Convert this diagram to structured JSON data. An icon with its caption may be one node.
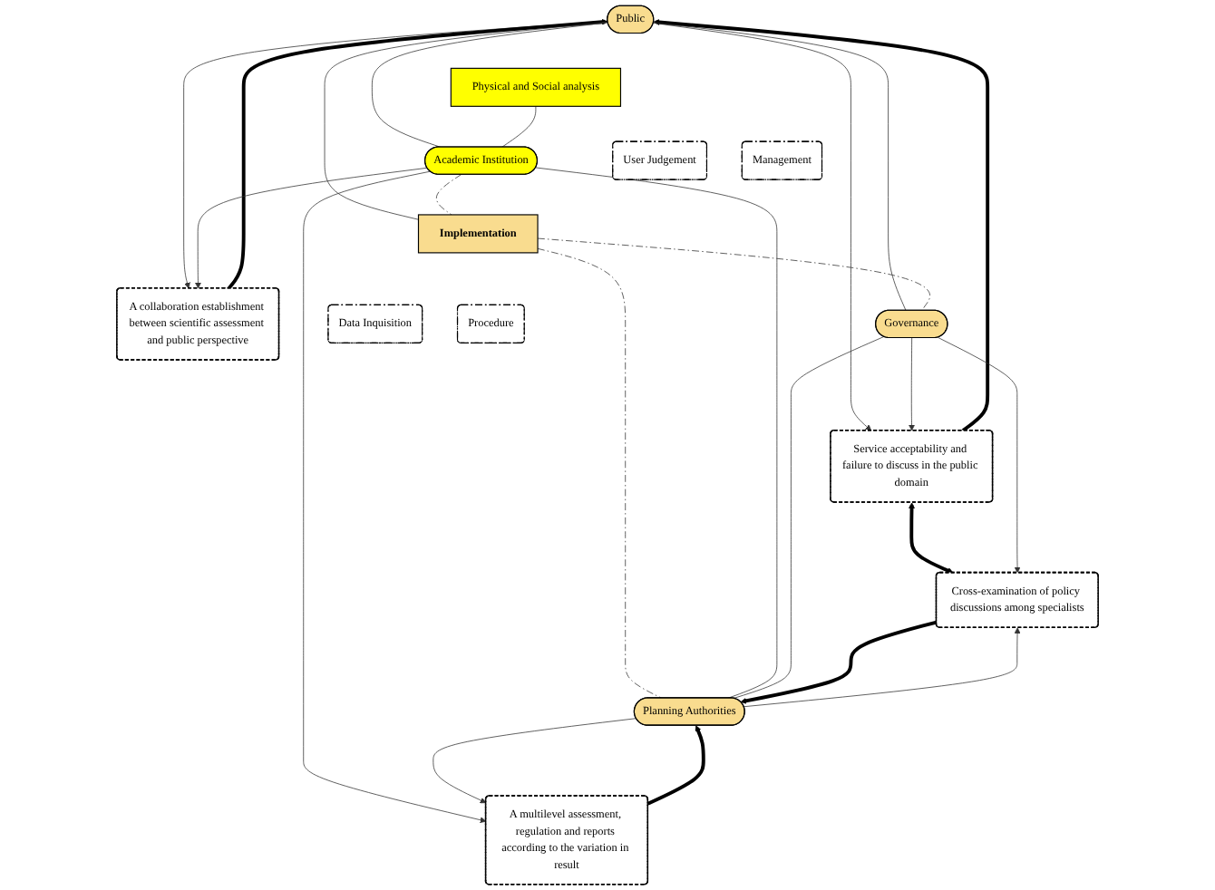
{
  "diagram": {
    "nodes": [
      {
        "text": [
          "Public"
        ]
      },
      {
        "text": [
          "A collaboration establishment between scientific assessment and public perspective"
        ]
      },
      {
        "text": [
          "Service acceptability and failure to discuss in the public domain"
        ]
      },
      {
        "text": [
          "User Judgement"
        ]
      },
      {
        "text": [
          "Management"
        ]
      },
      {
        "text": [
          "Physical and Social analysis"
        ]
      },
      {
        "text": [
          "Academic Institution"
        ]
      },
      {
        "text": [
          "Implementation"
        ]
      },
      {
        "text": [
          "Governance"
        ]
      },
      {
        "text": [
          "Data Inquisition"
        ]
      },
      {
        "text": [
          "Procedure"
        ]
      },
      {
        "text": [
          "A multilevel assessment, regulation and reports according to the variation in result"
        ]
      },
      {
        "text": [
          "Cross-examination of policy discussions among specialists"
        ]
      },
      {
        "text": [
          "Planning Authorities"
        ]
      }
    ],
    "edges": [
      {
        "from": 0,
        "to": 1,
        "arrow": "to"
      },
      {
        "from": 0,
        "to": 2,
        "arrow": "to"
      },
      {
        "from": 1,
        "to": 0,
        "arrow": "to",
        "style": "thick"
      },
      {
        "from": 2,
        "to": 0,
        "arrow": "to",
        "style": "thick"
      },
      {
        "from": 0,
        "to": 6,
        "arrow": "none"
      },
      {
        "from": 0,
        "to": 8,
        "arrow": "none"
      },
      {
        "from": 0,
        "to": 7,
        "arrow": "none"
      },
      {
        "from": 5,
        "to": 6,
        "arrow": "none"
      },
      {
        "from": 6,
        "to": 7,
        "arrow": "none",
        "style": "dashed"
      },
      {
        "from": 7,
        "to": 8,
        "arrow": "none",
        "style": "dashed"
      },
      {
        "from": 6,
        "to": 1,
        "arrow": "to"
      },
      {
        "from": 8,
        "to": 2,
        "arrow": "to"
      },
      {
        "from": 2,
        "to": 12,
        "arrow": "both",
        "style": "thick"
      },
      {
        "from": 6,
        "to": 11,
        "arrow": "to"
      },
      {
        "from": 8,
        "to": 12,
        "arrow": "to"
      },
      {
        "from": 7,
        "to": 13,
        "arrow": "none",
        "style": "dashed"
      },
      {
        "from": 6,
        "to": 13,
        "arrow": "none"
      },
      {
        "from": 8,
        "to": 13,
        "arrow": "none"
      },
      {
        "from": 13,
        "to": 11,
        "arrow": "to"
      },
      {
        "from": 13,
        "to": 12,
        "arrow": "to"
      },
      {
        "from": 11,
        "to": 13,
        "arrow": "to",
        "style": "thick"
      },
      {
        "from": 12,
        "to": 13,
        "arrow": "to",
        "style": "thick"
      }
    ]
  }
}
